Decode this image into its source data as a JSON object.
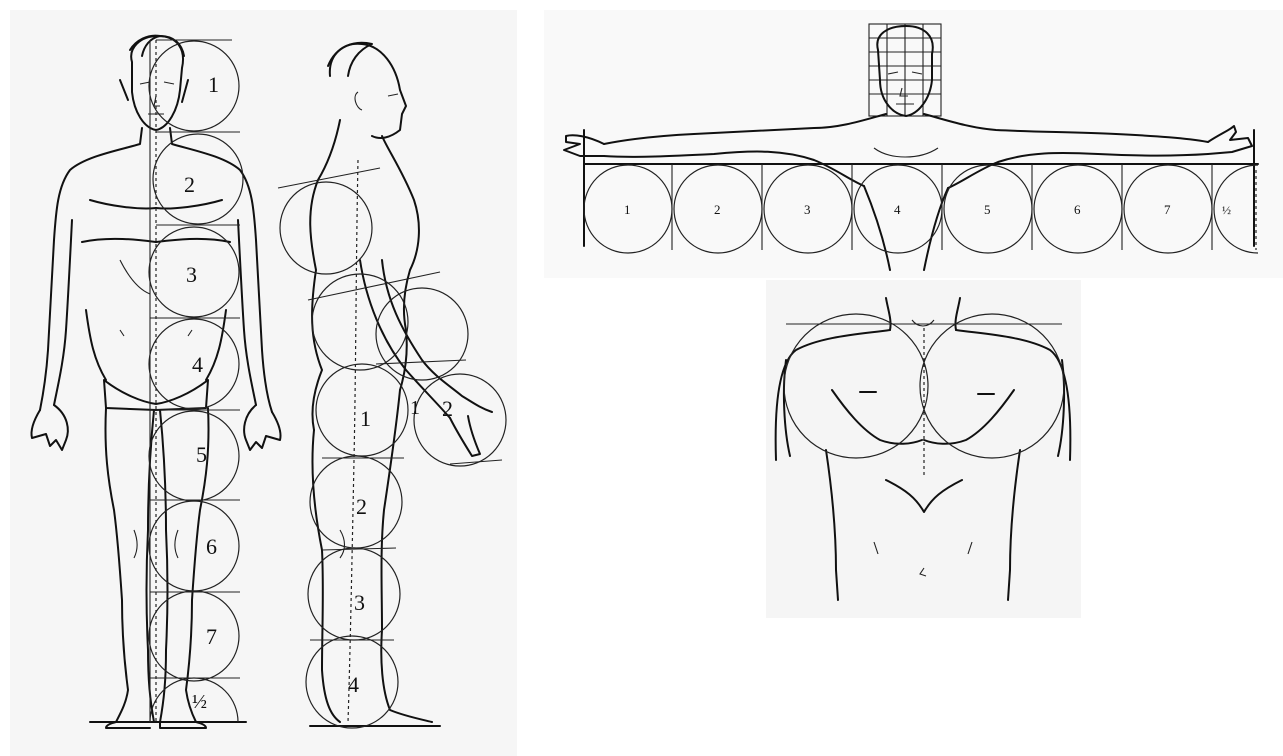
{
  "standing_figure": {
    "circle_labels": [
      "1",
      "2",
      "3",
      "4",
      "5",
      "6",
      "7",
      "½"
    ]
  },
  "side_figure": {
    "torso_circle_labels": [
      "1",
      "2"
    ],
    "leg_circle_labels": [
      "1",
      "2",
      "3",
      "4"
    ]
  },
  "arms_figure": {
    "circle_labels": [
      "1",
      "2",
      "3",
      "4",
      "5",
      "6",
      "7",
      "½"
    ]
  }
}
